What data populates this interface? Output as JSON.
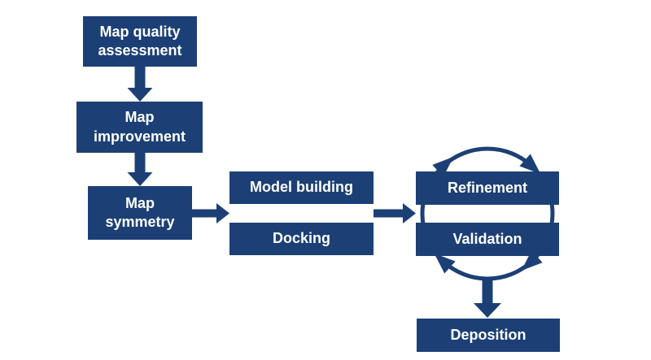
{
  "figure": {
    "type": "flowchart",
    "background_color": "#ffffff",
    "accent_color": "#1c4076",
    "label_color": "#ffffff",
    "labels": {
      "map_quality_assessment": "Map quality assessment",
      "map_improvement": "Map improvement",
      "map_symmetry": "Map symmetry",
      "model_building": "Model building",
      "docking": "Docking",
      "refinement": "Refinement",
      "validation": "Validation",
      "deposition": "Deposition"
    },
    "edges": [
      {
        "from": "map_quality_assessment",
        "to": "map_improvement",
        "style": "straight-down"
      },
      {
        "from": "map_improvement",
        "to": "map_symmetry",
        "style": "straight-down"
      },
      {
        "from": "map_symmetry",
        "to": "model_building_docking",
        "style": "straight-right"
      },
      {
        "from": "model_building_docking",
        "to": "refinement_validation",
        "style": "straight-right"
      },
      {
        "from": "refinement",
        "to": "validation",
        "style": "clockwise-cycle"
      },
      {
        "from": "refinement_validation",
        "to": "deposition",
        "style": "straight-down"
      }
    ]
  }
}
